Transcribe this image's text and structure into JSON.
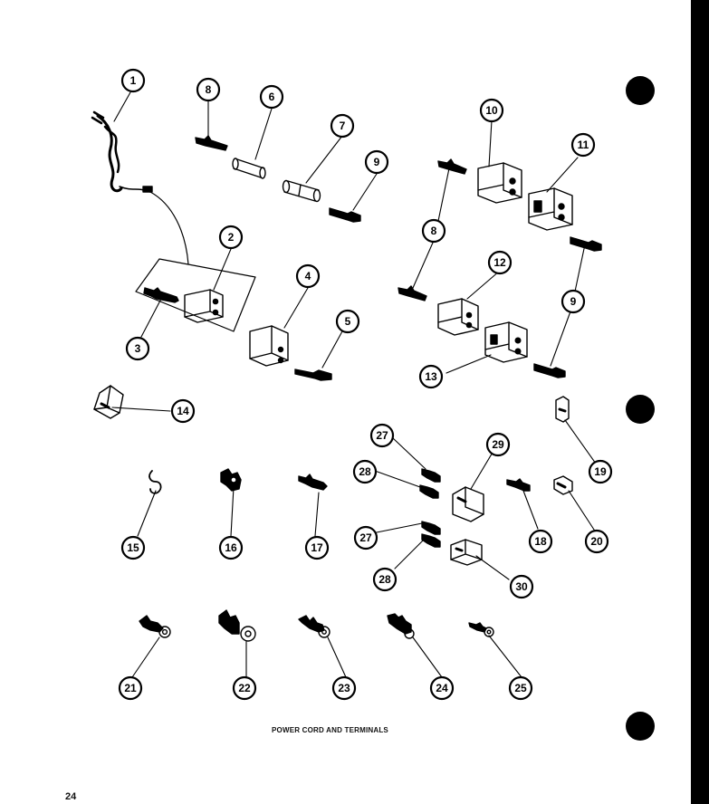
{
  "caption": "POWER CORD AND TERMINALS",
  "page_number": "24",
  "callouts": [
    "1",
    "2",
    "3",
    "4",
    "5",
    "6",
    "7",
    "8",
    "9",
    "8",
    "10",
    "11",
    "8",
    "9",
    "12",
    "13",
    "14",
    "15",
    "16",
    "17",
    "18",
    "19",
    "20",
    "21",
    "22",
    "23",
    "24",
    "25",
    "27",
    "28",
    "27",
    "28",
    "29",
    "30"
  ]
}
